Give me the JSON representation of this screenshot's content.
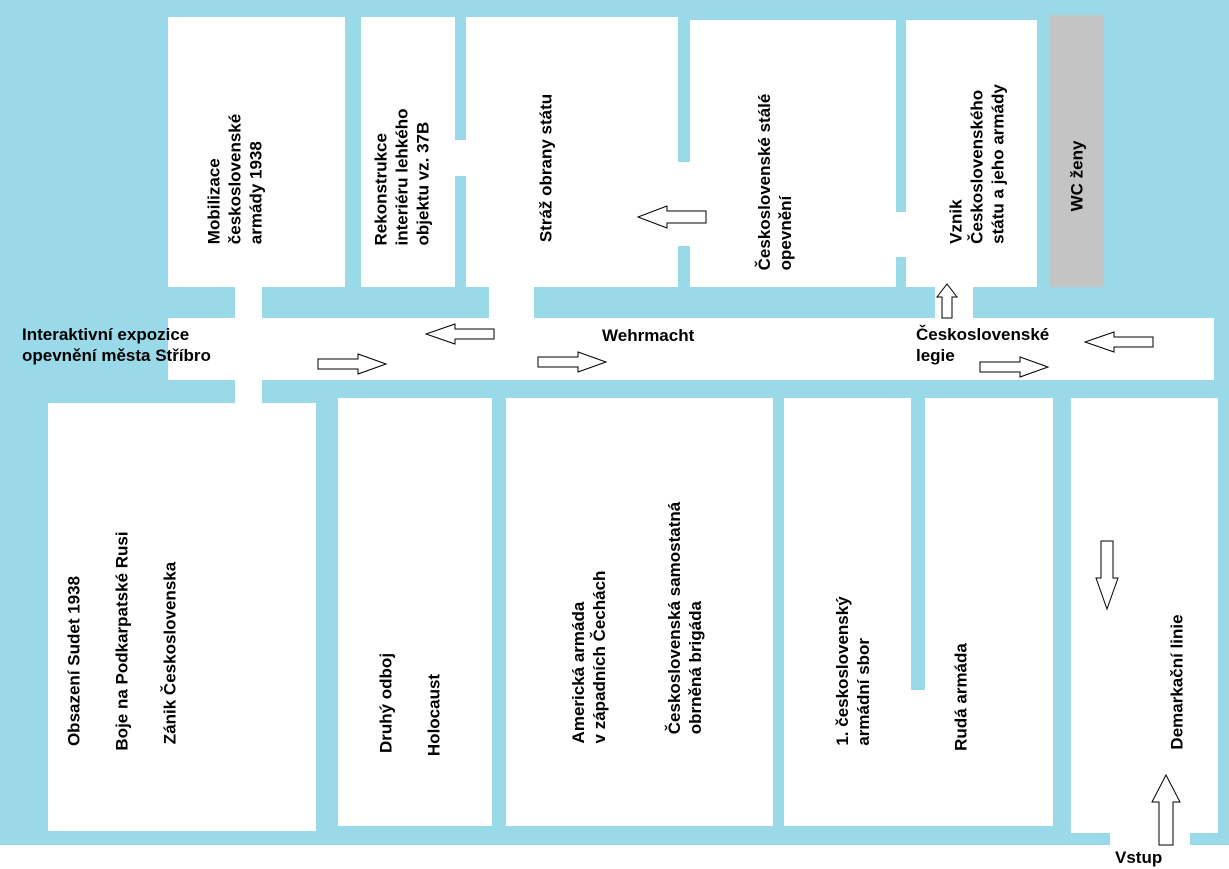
{
  "colors": {
    "wall": "#9ad9e8",
    "room": "#ffffff",
    "wc": "#c4c4c4",
    "text": "#000000"
  },
  "rooms": {
    "mobilizace": [
      "Mobilizace",
      "československé",
      "armády 1938"
    ],
    "rekonstrukce": [
      "Rekonstrukce",
      "interiéru lehkého",
      "objektu vz. 37B"
    ],
    "straz": [
      "Stráž obrany státu"
    ],
    "opevneni": [
      "Československé stálé",
      "opevnění"
    ],
    "vznik": [
      "Vznik",
      "Československého",
      "státu a jeho armády"
    ],
    "wc": [
      "WC ženy"
    ],
    "obsazeni": [
      "Obsazení Sudet 1938"
    ],
    "boje": [
      "Boje na Podkarpatské Rusi"
    ],
    "zanik": [
      "Zánik Československa"
    ],
    "odboj": [
      "Druhý odboj"
    ],
    "holocaust": [
      "Holocaust"
    ],
    "americka": [
      "Americká armáda",
      "v západních Čechách"
    ],
    "brigada": [
      "Československá samostatná",
      "obrněná brigáda"
    ],
    "sbor": [
      "1. československý",
      "armádní sbor"
    ],
    "ruda": [
      "Rudá armáda"
    ],
    "demarkacni": [
      "Demarkační linie"
    ]
  },
  "corridor": {
    "interaktivni": "Interaktivní expozice",
    "mesto": "opevnění města Stříbro",
    "wehrmacht": "Wehrmacht",
    "legie_1": "Československé",
    "legie_2": "legie",
    "vstup": "Vstup"
  },
  "arrows": [
    "right",
    "left",
    "right",
    "left",
    "up",
    "right",
    "left",
    "down",
    "up"
  ]
}
